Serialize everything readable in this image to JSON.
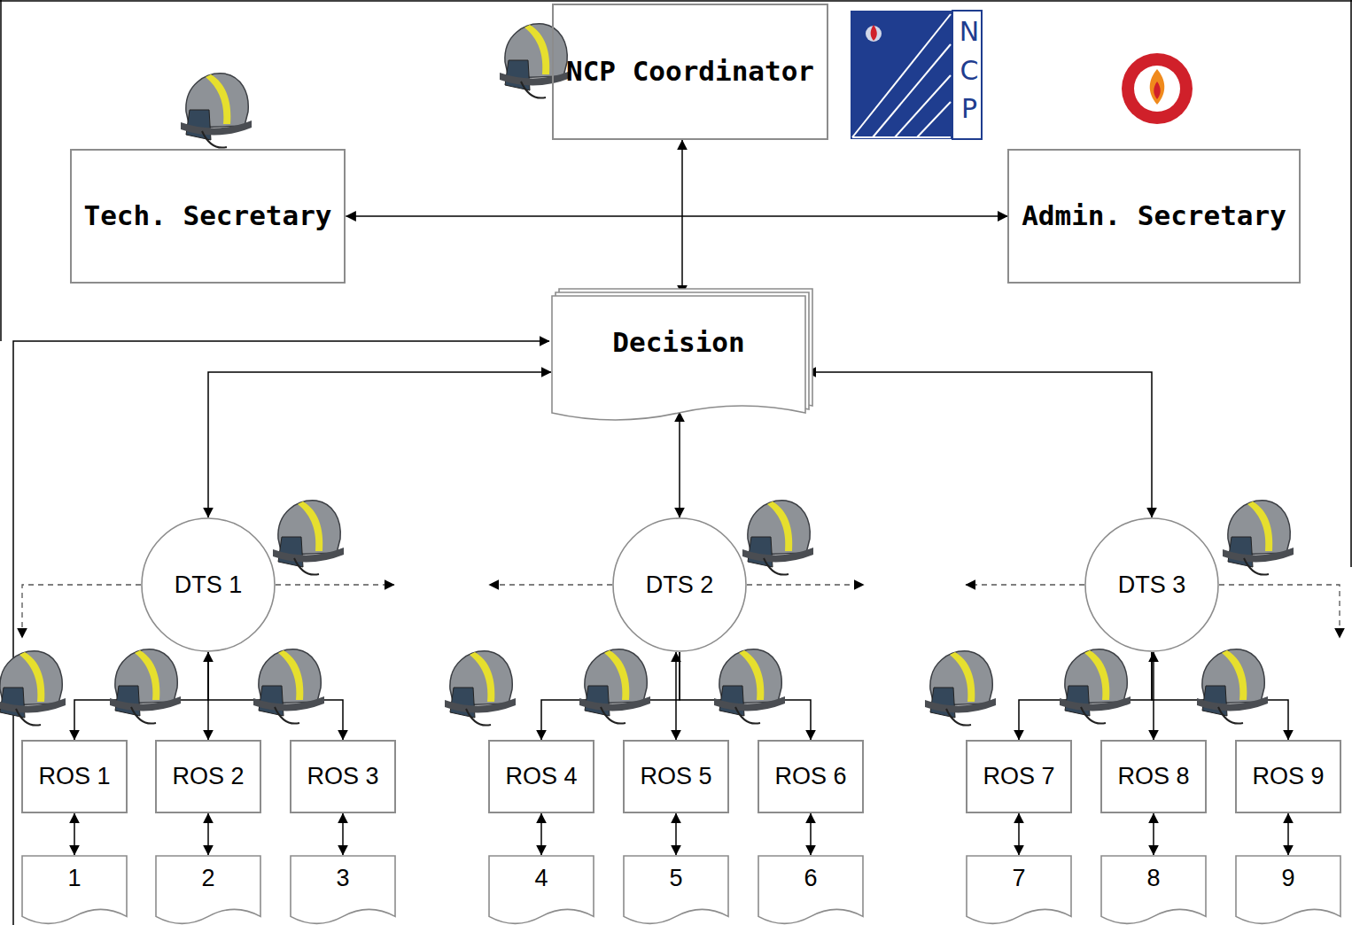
{
  "diagram": {
    "nodes": [
      {
        "text": [
          "NCP Coordinator"
        ]
      },
      {
        "text": [
          "Tech. Secretary"
        ]
      },
      {
        "text": [
          "Admin. Secretary"
        ]
      },
      {
        "text": [
          "Decision"
        ]
      },
      {
        "text": [
          "DTS 1"
        ]
      },
      {
        "text": [
          "DTS 2"
        ]
      },
      {
        "text": [
          "DTS 3"
        ]
      },
      {
        "text": [
          "ROS 1"
        ]
      },
      {
        "text": [
          "ROS 2"
        ]
      },
      {
        "text": [
          "ROS 3"
        ]
      },
      {
        "text": [
          "ROS 4"
        ]
      },
      {
        "text": [
          "ROS 5"
        ]
      },
      {
        "text": [
          "ROS 6"
        ]
      },
      {
        "text": [
          "ROS 7"
        ]
      },
      {
        "text": [
          "ROS 8"
        ]
      },
      {
        "text": [
          "ROS 9"
        ]
      },
      {
        "text": [
          "1"
        ]
      },
      {
        "text": [
          "2"
        ]
      },
      {
        "text": [
          "3"
        ]
      },
      {
        "text": [
          "4"
        ]
      },
      {
        "text": [
          "5"
        ]
      },
      {
        "text": [
          "6"
        ]
      },
      {
        "text": [
          "7"
        ]
      },
      {
        "text": [
          "8"
        ]
      },
      {
        "text": [
          "9"
        ]
      }
    ],
    "edges": [
      {
        "from": 0,
        "to": 3,
        "arrow": "both"
      },
      {
        "from": 1,
        "to": 2,
        "arrow": "both"
      },
      {
        "from": 3,
        "to": 4,
        "arrow": "both"
      },
      {
        "from": 3,
        "to": 5,
        "arrow": "both"
      },
      {
        "from": 3,
        "to": 6,
        "arrow": "both"
      },
      {
        "from": 4,
        "to": 7,
        "arrow": "to"
      },
      {
        "from": 4,
        "to": 8,
        "arrow": "both"
      },
      {
        "from": 4,
        "to": 9,
        "arrow": "to"
      },
      {
        "from": 5,
        "to": 10,
        "arrow": "to"
      },
      {
        "from": 5,
        "to": 11,
        "arrow": "both"
      },
      {
        "from": 5,
        "to": 12,
        "arrow": "to"
      },
      {
        "from": 6,
        "to": 13,
        "arrow": "to"
      },
      {
        "from": 6,
        "to": 14,
        "arrow": "both"
      },
      {
        "from": 6,
        "to": 15,
        "arrow": "to"
      },
      {
        "from": 7,
        "to": 16,
        "arrow": "both"
      },
      {
        "from": 8,
        "to": 17,
        "arrow": "both"
      },
      {
        "from": 9,
        "to": 18,
        "arrow": "both"
      },
      {
        "from": 10,
        "to": 19,
        "arrow": "both"
      },
      {
        "from": 11,
        "to": 20,
        "arrow": "both"
      },
      {
        "from": 12,
        "to": 21,
        "arrow": "both"
      },
      {
        "from": 13,
        "to": 22,
        "arrow": "both"
      },
      {
        "from": 14,
        "to": 23,
        "arrow": "both"
      },
      {
        "from": 15,
        "to": 24,
        "arrow": "both"
      }
    ],
    "labels": [
      "NCP"
    ]
  }
}
